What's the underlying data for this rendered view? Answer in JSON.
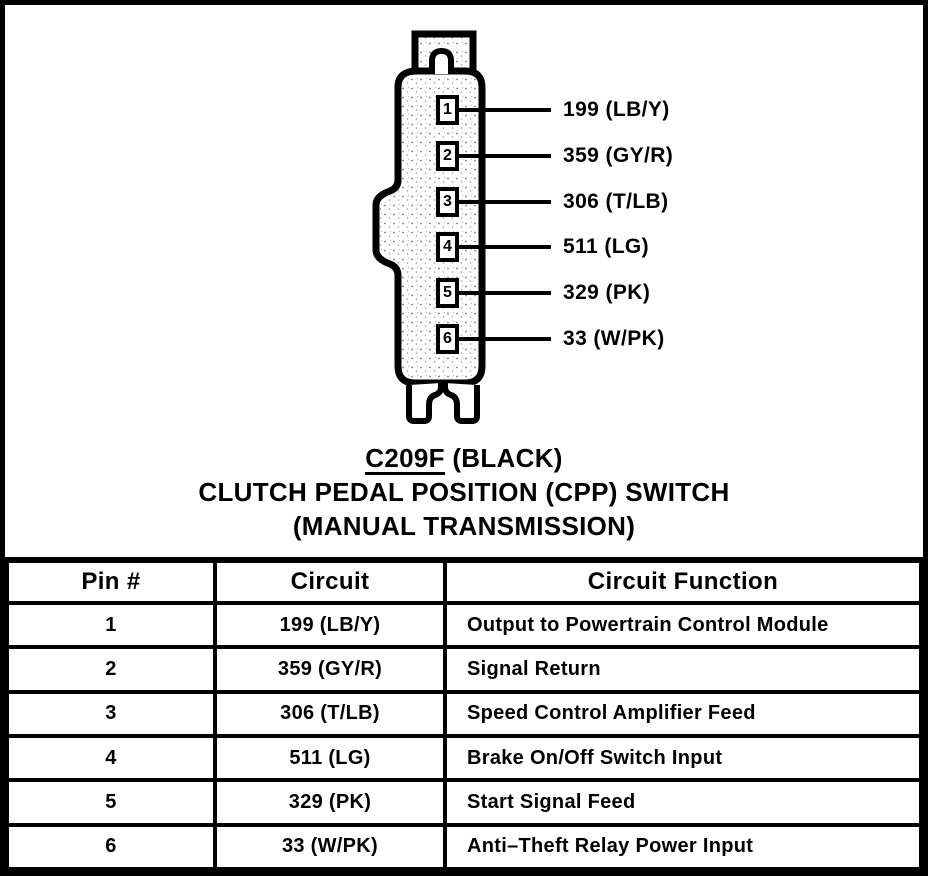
{
  "colors": {
    "ink": "#000000",
    "paper": "#ffffff",
    "stipple": "#8a8a8a"
  },
  "connector": {
    "id": "C209F",
    "color_label": "(BLACK)",
    "name_line": "CLUTCH PEDAL POSITION (CPP) SWITCH",
    "transmission_line": "(MANUAL TRANSMISSION)",
    "pins": [
      {
        "pin": "1",
        "wire": "199 (LB/Y)"
      },
      {
        "pin": "2",
        "wire": "359 (GY/R)"
      },
      {
        "pin": "3",
        "wire": "306 (T/LB)"
      },
      {
        "pin": "4",
        "wire": "511 (LG)"
      },
      {
        "pin": "5",
        "wire": "329 (PK)"
      },
      {
        "pin": "6",
        "wire": "33 (W/PK)"
      }
    ]
  },
  "table": {
    "headers": [
      "Pin #",
      "Circuit",
      "Circuit Function"
    ],
    "rows": [
      [
        "1",
        "199 (LB/Y)",
        "Output to Powertrain Control Module"
      ],
      [
        "2",
        "359 (GY/R)",
        "Signal Return"
      ],
      [
        "3",
        "306 (T/LB)",
        "Speed Control Amplifier Feed"
      ],
      [
        "4",
        "511 (LG)",
        "Brake On/Off Switch Input"
      ],
      [
        "5",
        "329 (PK)",
        "Start Signal Feed"
      ],
      [
        "6",
        "33 (W/PK)",
        "Anti–Theft Relay Power Input"
      ]
    ]
  }
}
